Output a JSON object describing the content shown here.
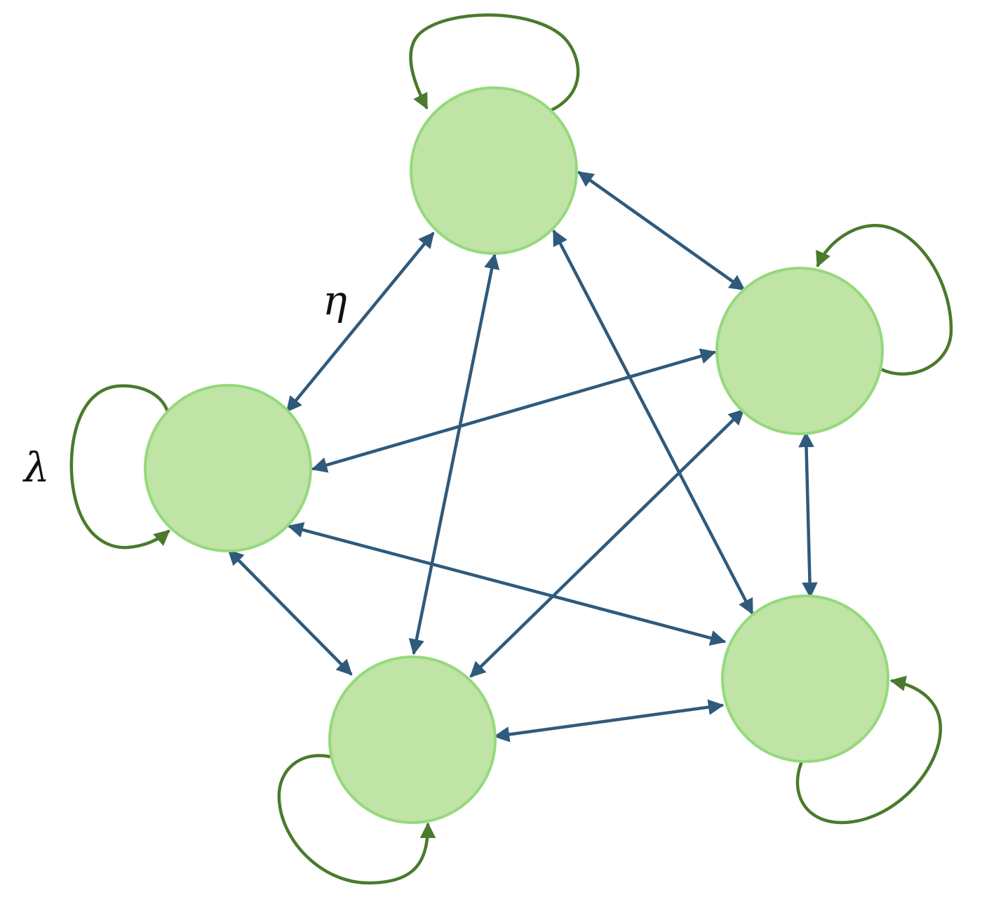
{
  "diagram": {
    "type": "fully-connected-graph",
    "node_count": 5,
    "colors": {
      "node_fill": "#bfe4a6",
      "node_stroke": "#95d97c",
      "edge": "#2f5a7c",
      "self_loop": "#4a7a2c"
    },
    "labels": {
      "edge_label": "η",
      "loop_label": "λ"
    },
    "edges": [
      {
        "from": "top",
        "to": "right",
        "kind": "bidirectional"
      },
      {
        "from": "top",
        "to": "left",
        "kind": "bidirectional"
      },
      {
        "from": "top",
        "to": "bottom-left",
        "kind": "bidirectional"
      },
      {
        "from": "top",
        "to": "bottom-right",
        "kind": "bidirectional"
      },
      {
        "from": "right",
        "to": "left",
        "kind": "bidirectional"
      },
      {
        "from": "right",
        "to": "bottom-left",
        "kind": "bidirectional"
      },
      {
        "from": "right",
        "to": "bottom-right",
        "kind": "bidirectional"
      },
      {
        "from": "left",
        "to": "bottom-left",
        "kind": "bidirectional"
      },
      {
        "from": "left",
        "to": "bottom-right",
        "kind": "bidirectional"
      },
      {
        "from": "bottom-left",
        "to": "bottom-right",
        "kind": "bidirectional"
      }
    ],
    "self_loops": [
      "top",
      "right",
      "left",
      "bottom-left",
      "bottom-right"
    ]
  }
}
